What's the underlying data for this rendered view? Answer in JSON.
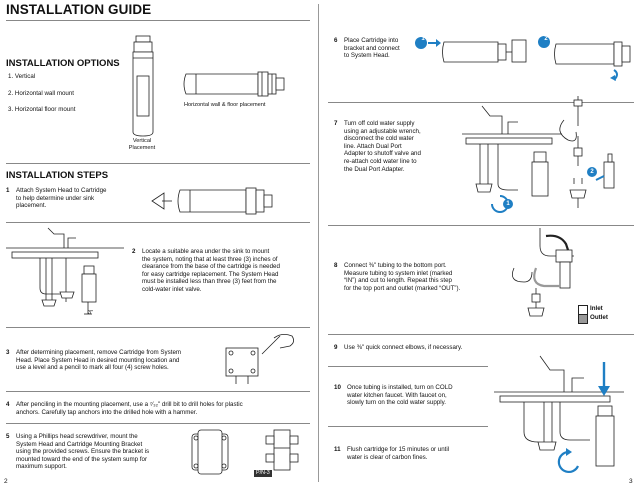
{
  "page_title": "INSTALLATION GUIDE",
  "options": {
    "heading": "INSTALLATION OPTIONS",
    "items": [
      "1.  Vertical",
      "2.  Horizontal wall mount",
      "3.  Horizontal floor mount"
    ],
    "vertical_caption": "Vertical\nPlacement",
    "horizontal_caption": "Horizontal wall & floor placement"
  },
  "steps_heading": "INSTALLATION STEPS",
  "steps": [
    {
      "n": "1",
      "text": "Attach System Head to Cartridge\nto help determine under sink\nplacement."
    },
    {
      "n": "2",
      "text": "Locate a suitable area under the sink to mount\nthe system, noting that at least three (3) inches of\nclearance from the base of the cartridge is needed\nfor easy cartridge replacement. The System Head\nmust be installed less than three (3) feet from the\ncold-water inlet valve."
    },
    {
      "n": "3",
      "text": "After determining placement, remove Cartridge from System\nHead. Place System Head in desired mounting location and\nuse a level and a pencil to mark all four (4) screw holes."
    },
    {
      "n": "4",
      "text": "After penciling in the mounting placement, use a ⁷⁄₃₂\" drill bit to drill holes for plastic\nanchors. Carefully tap anchors into the drilled hole with a hammer."
    },
    {
      "n": "5",
      "text": "Using a Phillips head screwdriver, mount the\nSystem Head and Cartridge Mounting Bracket\nusing the provided screws. Ensure the bracket is\nmounted toward the end of the system sump for\nmaximum support."
    },
    {
      "n": "6",
      "text": "Place Cartridge into\nbracket and connect\nto System Head."
    },
    {
      "n": "7",
      "text": "Turn off cold water supply\nusing an adjustable wrench,\ndisconnect the cold water\nline. Attach Dual Port\nAdapter to shutoff valve and\nre-attach cold water line to\nthe Dual Port Adapter."
    },
    {
      "n": "8",
      "text": "Connect ⅜\" tubing to the bottom port.\nMeasure tubing to system inlet (marked\n“IN”) and cut to length. Repeat this step\nfor the top port and outlet (marked “OUT”)."
    },
    {
      "n": "9",
      "text": "Use ⅜\" quick connect elbows, if necessary."
    },
    {
      "n": "10",
      "text": "Once tubing is installed, turn on COLD\nwater kitchen faucet. With faucet on,\nslowly turn on the cold water supply."
    },
    {
      "n": "11",
      "text": "Flush cartridge for 15 minutes or until\nwater is clear of carbon fines."
    }
  ],
  "clearance_label": "3\"",
  "pn_label": "P/N-3",
  "callouts": {
    "one": "1",
    "two": "2"
  },
  "legend": {
    "inlet": "Inlet",
    "outlet": "Outlet",
    "inlet_color": "#ffffff",
    "outlet_color": "#999999"
  },
  "accent_color": "#1f7fc4",
  "page_numbers": {
    "left": "2",
    "right": "3"
  }
}
